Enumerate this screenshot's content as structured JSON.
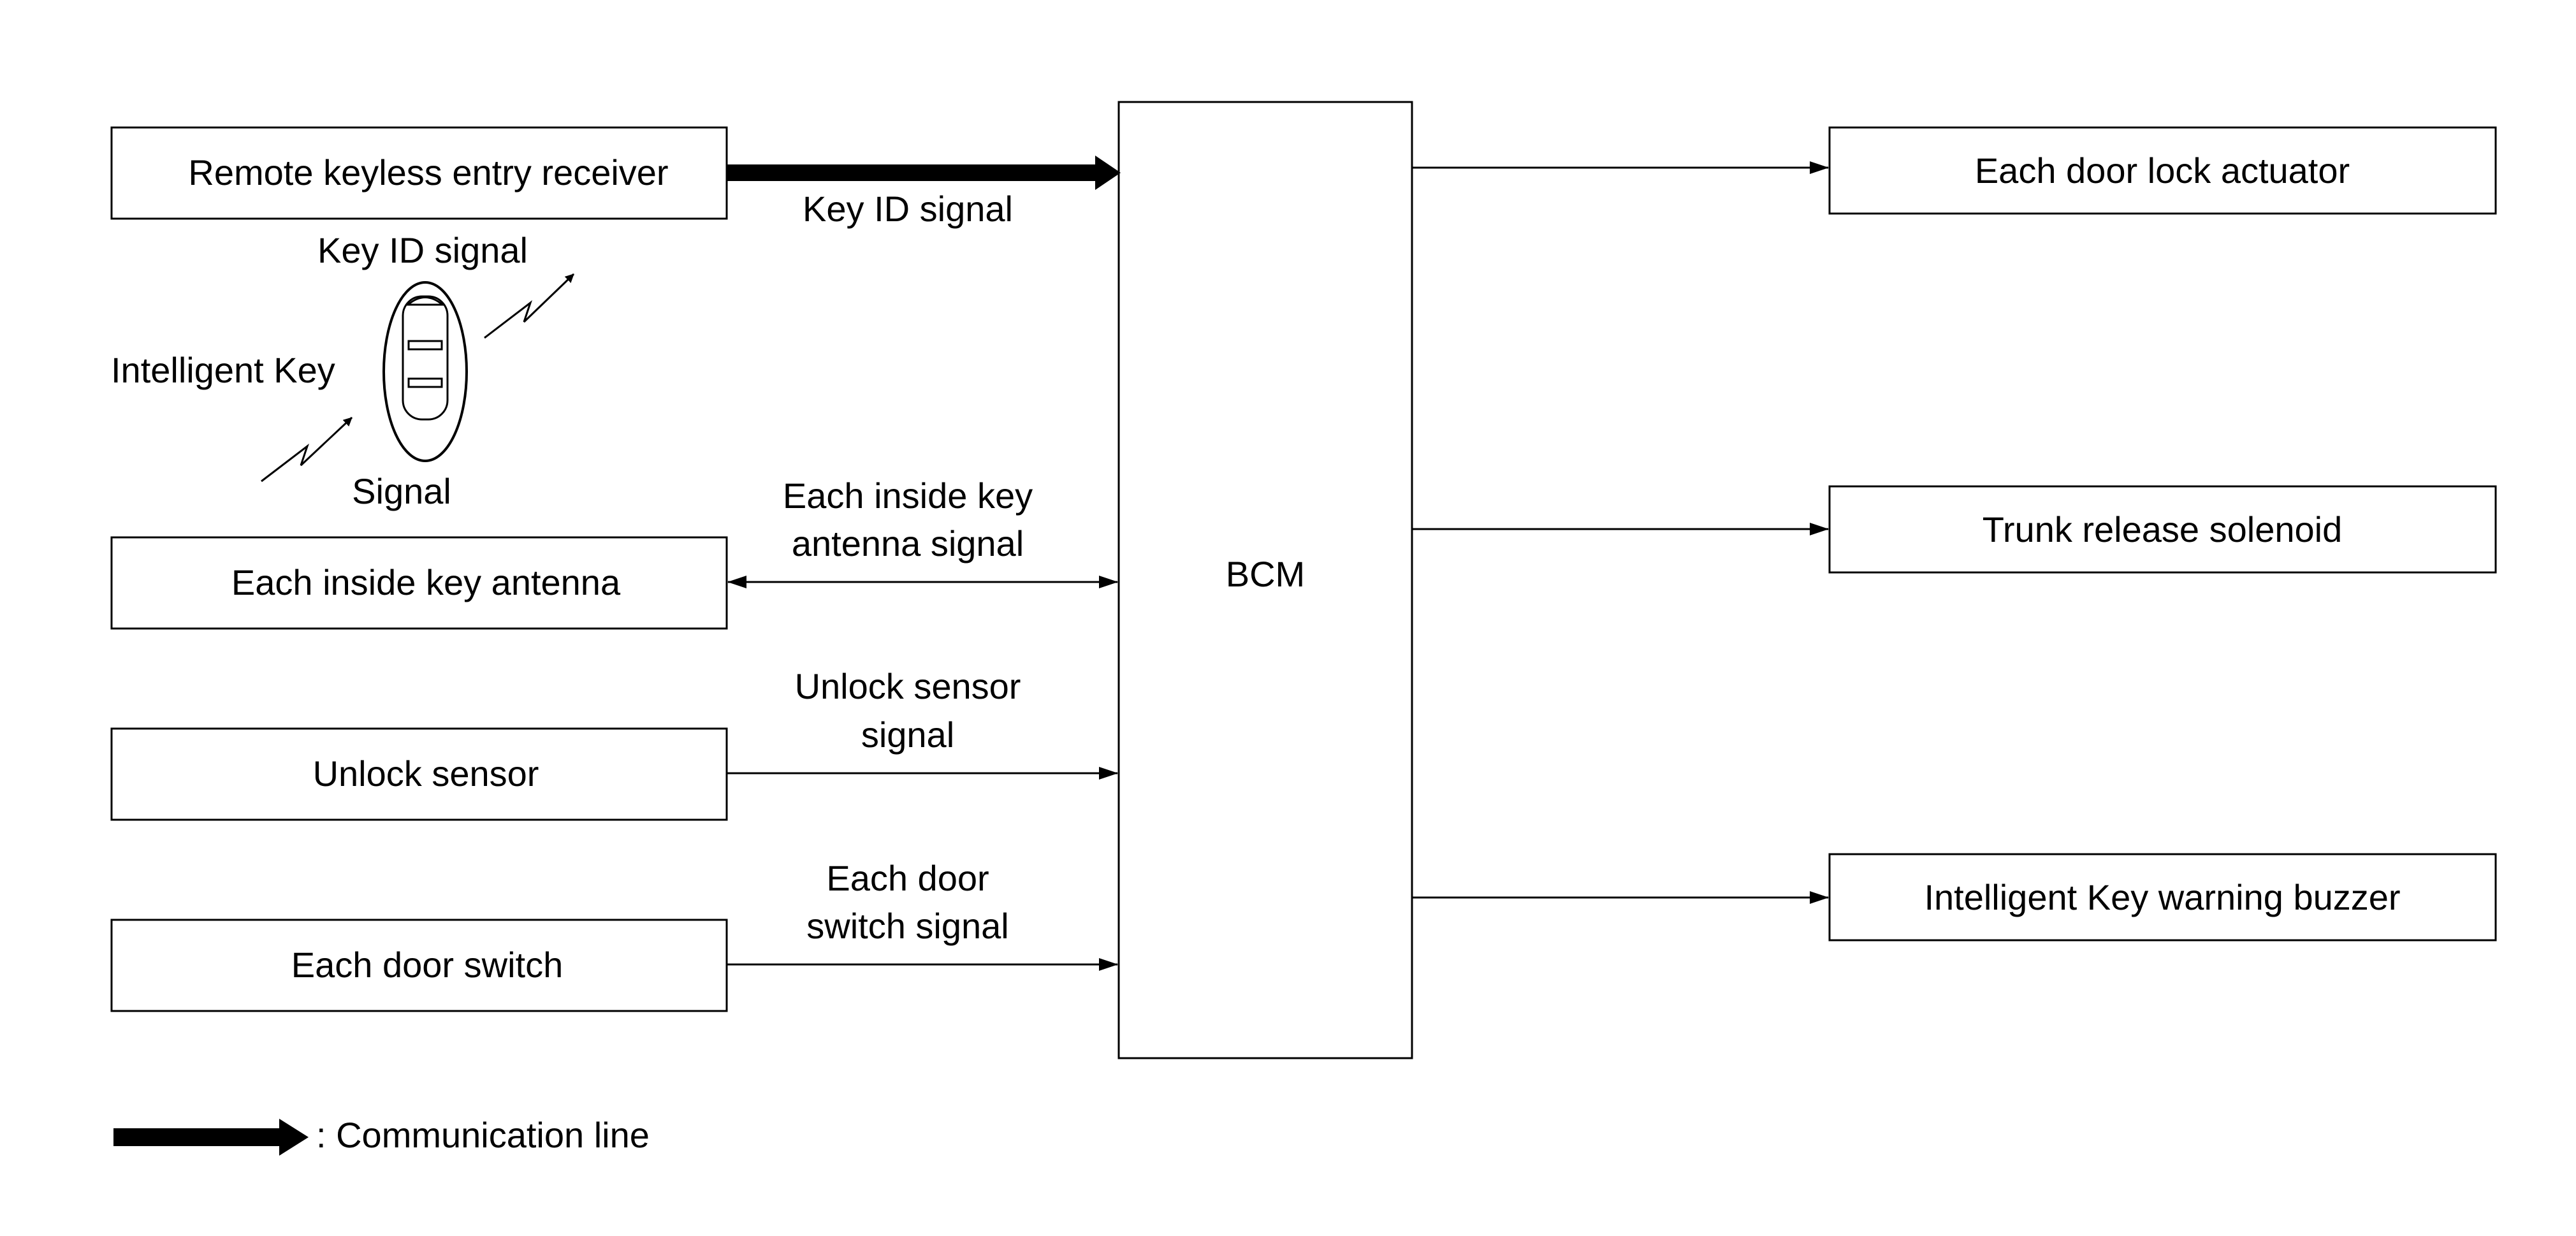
{
  "diagram": {
    "central": {
      "label": "BCM"
    },
    "inputs": {
      "remote_receiver": "Remote keyless entry receiver",
      "inside_antenna": "Each inside key antenna",
      "unlock_sensor": "Unlock sensor",
      "door_switch": "Each door switch"
    },
    "outputs": {
      "door_lock_actuator": "Each door lock actuator",
      "trunk_solenoid": "Trunk release solenoid",
      "warning_buzzer": "Intelligent Key warning buzzer"
    },
    "signals": {
      "key_id": "Key ID signal",
      "antenna_line1": "Each inside key",
      "antenna_line2": "antenna signal",
      "unlock_line1": "Unlock sensor",
      "unlock_line2": "signal",
      "door_line1": "Each door",
      "door_line2": "switch signal"
    },
    "intelligent_key": {
      "label": "Intelligent Key",
      "key_id_label": "Key ID signal",
      "signal_label": "Signal"
    },
    "legend": {
      "text": ": Communication line"
    }
  }
}
